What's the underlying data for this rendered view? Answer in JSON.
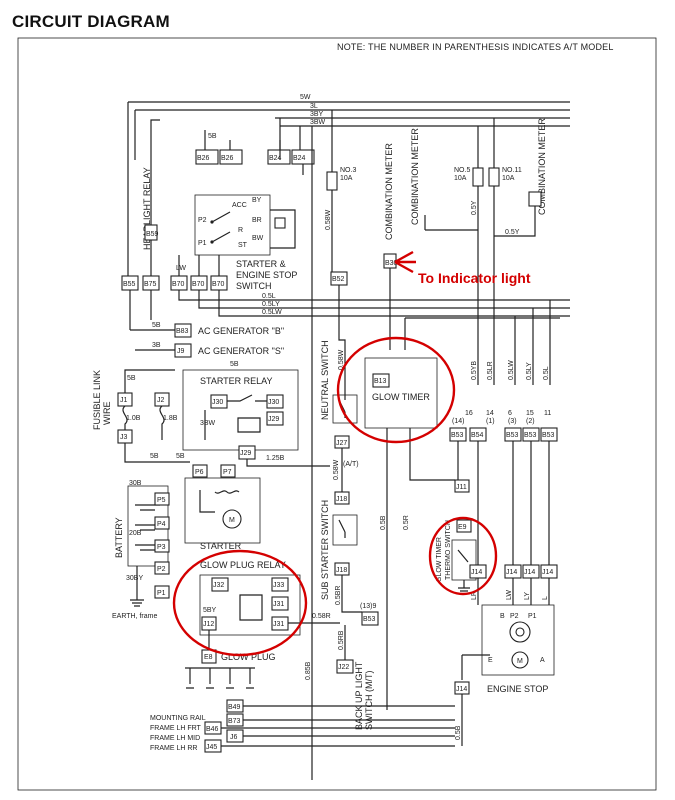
{
  "title": "CIRCUIT DIAGRAM",
  "note": "NOTE: THE NUMBER IN PARENTHESIS INDICATES A/T MODEL",
  "annotation": "To Indicator light",
  "colors": {
    "annotation": "#d40000",
    "line": "#222222"
  },
  "components": {
    "headlight_relay": "HEADLIGHT RELAY",
    "starter_switch": [
      "STARTER &",
      "ENGINE STOP",
      "SWITCH"
    ],
    "ac_gen_b": "AC GENERATOR \"B\"",
    "ac_gen_s": "AC GENERATOR \"S\"",
    "fusible_link": [
      "FUSIBLE LINK",
      "WIRE"
    ],
    "starter_relay": "STARTER RELAY",
    "neutral_switch": "NEUTRAL SWITCH",
    "at": "(A/T)",
    "glow_timer": "GLOW TIMER",
    "combination_meter_1": "COMBINATION METER",
    "combination_meter_2": "COMBINATION METER",
    "combination_meter_3": "COMBINATION METER",
    "no3": "NO.3",
    "no5": "NO.5",
    "no11": "NO.11",
    "fuse10a": "10A",
    "battery": "BATTERY",
    "earth": "EARTH, frame",
    "starter": "STARTER",
    "sub_starter": "SUB STARTER SWITCH",
    "glow_plug_relay": "GLOW PLUG RELAY",
    "glow_plug": "GLOW PLUG",
    "glow_timer_thermo": [
      "GLOW TIMER",
      "THERMO SWITCH"
    ],
    "back_up": [
      "BACK UP LIGHT",
      "SWITCH (M/T)"
    ],
    "engine_stop": "ENGINE STOP",
    "ground_labels": [
      "MOUNTING RAIL",
      "FRAME LH FRT",
      "FRAME LH MID",
      "FRAME LH RR"
    ]
  },
  "connectors": {
    "b55": "B55",
    "b75": "B75",
    "b70a": "B70",
    "b70b": "B70",
    "b70c": "B70",
    "b26a": "B26",
    "b26b": "B26",
    "b24a": "B24",
    "b24b": "B24",
    "b59": "B59",
    "b52": "B52",
    "b83": "B83",
    "b30": "B30",
    "b13": "B13",
    "b54": "B54",
    "b53a": "B53",
    "b53b": "B53",
    "b53c": "B53",
    "b53d": "B53",
    "b49": "B49",
    "b73": "B73",
    "b46": "B46",
    "j9": "J9",
    "j1": "J1",
    "j2": "J2",
    "j3": "J3",
    "j30a": "J30",
    "j30b": "J30",
    "j29a": "J29",
    "j29b": "J29",
    "j27": "J27",
    "j18a": "J18",
    "j18b": "J18",
    "j11": "J11",
    "e9": "E9",
    "j14a": "J14",
    "j14b": "J14",
    "j14c": "J14",
    "j14d": "J14",
    "j14e": "J14",
    "j32": "J32",
    "j33": "J33",
    "j31a": "J31",
    "j31b": "J31",
    "j12": "J12",
    "e8": "E8",
    "j22": "J22",
    "b53e": "B53",
    "j6": "J6",
    "j45": "J45",
    "p1": "P1",
    "p2": "P2",
    "p3": "P3",
    "p4": "P4",
    "p5": "P5",
    "p6": "P6",
    "p7": "P7"
  },
  "wires": {
    "w5w": "5W",
    "w3l": "3L",
    "w3by": "3BY",
    "w3bw": "3BW",
    "w5b": "5B",
    "w3b": "3B",
    "w05l": "0.5L",
    "w05ly": "0.5LY",
    "w05lw": "0.5LW",
    "w05bw": "0.58W",
    "w05y": "0.5Y",
    "w05lr": "0.5LR",
    "w05yb": "0.5YB",
    "w05b": "0.5B",
    "w05r": "0.5R",
    "w05br": "0.5BR",
    "w05rb": "0.5RB",
    "w125b": "1.25B",
    "w30b": "30B",
    "w20b": "20B",
    "w30by": "30BY",
    "w10b": "1.0B",
    "w18b": "1.8B",
    "w3bw2": "3BW",
    "w5by": "5BY",
    "w085b": "0.85B",
    "w058r": "0.58R",
    "w05rb2": "0.5RB"
  },
  "pins": {
    "acc": "ACC",
    "by": "BY",
    "br": "BR",
    "r": "R",
    "st": "ST",
    "bw": "BW",
    "p2": "P2",
    "p1": "P1",
    "b": "B",
    "e": "E",
    "a": "A",
    "lw": "LW",
    "ly": "LY",
    "l": "L",
    "lr": "LR",
    "at13": "(13)9",
    "n16": "16",
    "n14": "14",
    "n6": "6",
    "n15": "15",
    "n11": "11",
    "p14": "(14)",
    "p1b": "(1)",
    "p3b": "(3)",
    "p2b": "(2)"
  }
}
